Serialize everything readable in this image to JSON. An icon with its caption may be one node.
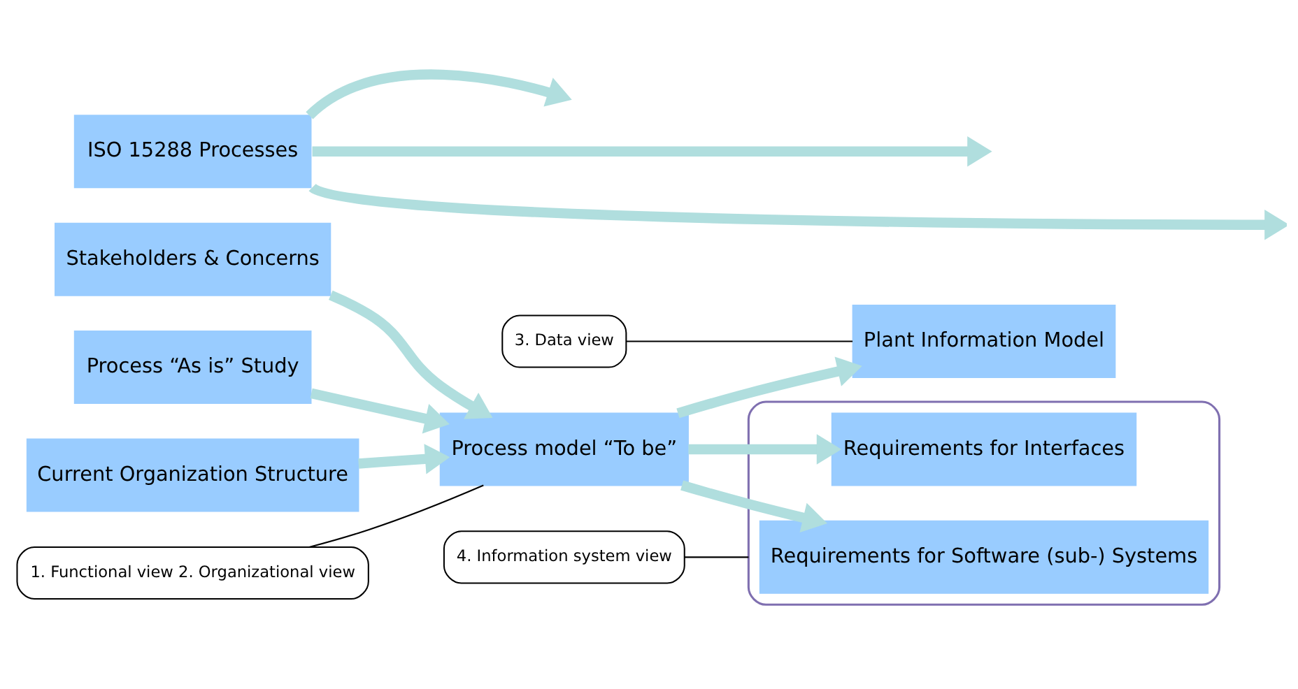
{
  "diagram": {
    "nodes": [
      {
        "text": [
          "Stakeholders & Concerns"
        ]
      },
      {
        "text": [
          "Process “As is” Study"
        ]
      },
      {
        "text": [
          "Current Organization Structure"
        ]
      },
      {
        "text": [
          "Process model “To be”"
        ]
      },
      {
        "text": [
          "1. Functional view 2. Organizational view"
        ]
      },
      {
        "text": [
          "Plant Information Model"
        ]
      },
      {
        "text": [
          "3. Data view"
        ]
      },
      {
        "text": [],
        "shape": "box"
      },
      {
        "text": [
          "Requirements for Interfaces"
        ],
        "in": 7
      },
      {
        "text": [
          "Requirements for Software (sub-) Systems"
        ],
        "in": 7
      },
      {
        "text": [
          "4. Information system view"
        ]
      },
      {
        "text": [
          "ISO 15288 Processes"
        ]
      }
    ],
    "edges": [
      {
        "from": 0,
        "to": 3,
        "arrow": "to"
      },
      {
        "from": 1,
        "to": 3,
        "arrow": "to"
      },
      {
        "from": 2,
        "to": 3,
        "arrow": "to"
      },
      {
        "from": 3,
        "to": 5,
        "arrow": "to"
      },
      {
        "from": 3,
        "to": 8,
        "arrow": "to"
      },
      {
        "from": 3,
        "to": 9,
        "arrow": "to"
      },
      {
        "from": 4,
        "to": 3,
        "arrow": "none",
        "color": "#000000"
      },
      {
        "from": 6,
        "to": 5,
        "arrow": "none",
        "color": "#000000"
      },
      {
        "from": 10,
        "to": 7,
        "arrow": "none",
        "color": "#000000"
      },
      {
        "from": 11,
        "to": null,
        "arrow": "to"
      },
      {
        "from": 11,
        "to": null,
        "arrow": "to"
      },
      {
        "from": 11,
        "to": null,
        "arrow": "to"
      }
    ]
  }
}
